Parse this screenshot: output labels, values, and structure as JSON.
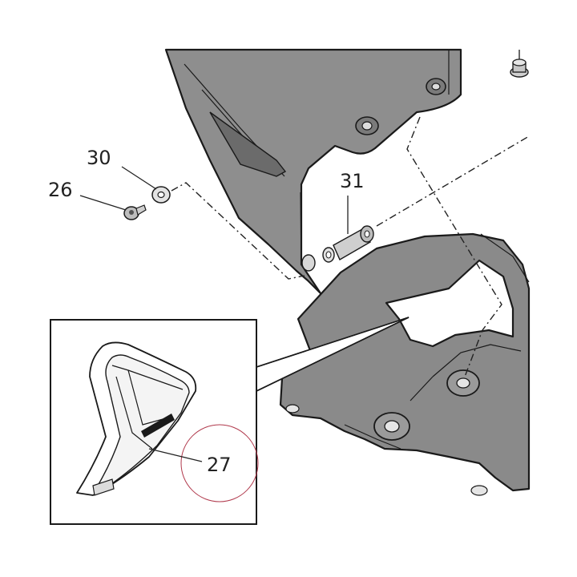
{
  "diagram": {
    "callouts": {
      "c30": "30",
      "c26": "26",
      "c31": "31",
      "c27": "27"
    },
    "colors": {
      "part_fill": "#8c8c8c",
      "part_dark": "#6f6f6f",
      "outline": "#1a1a1a",
      "text": "#222222",
      "highlight_circle": "#b0384b"
    },
    "icons": {
      "screw": "screw-icon",
      "washer": "washer-icon",
      "spacer": "spacer-icon",
      "grommet": "grommet-icon",
      "cover": "side-cover-icon"
    }
  }
}
